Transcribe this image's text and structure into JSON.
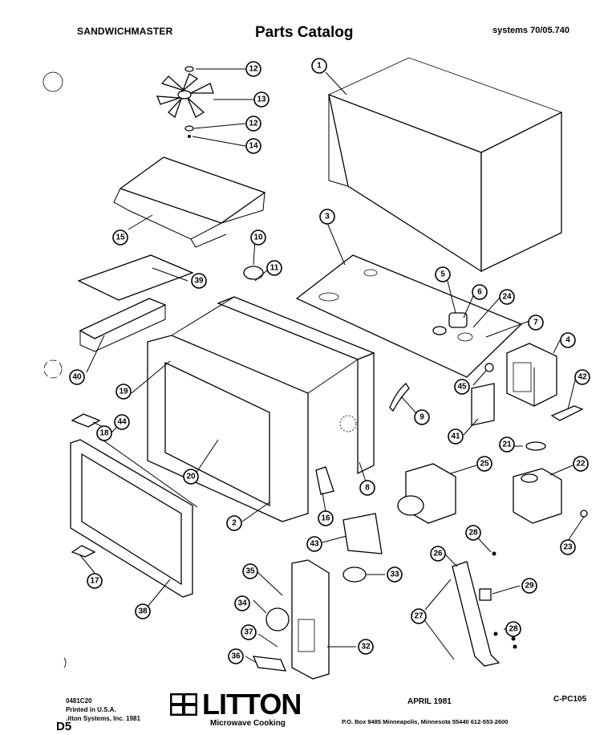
{
  "header": {
    "model": "SANDWICHMASTER",
    "title": "Parts Catalog",
    "system": "systems 70/05.740"
  },
  "callouts": [
    "1",
    "3",
    "12",
    "13",
    "12",
    "14",
    "15",
    "10",
    "11",
    "39",
    "40",
    "5",
    "6",
    "24",
    "7",
    "4",
    "42",
    "45",
    "19",
    "18",
    "44",
    "20",
    "9",
    "41",
    "21",
    "22",
    "25",
    "2",
    "16",
    "8",
    "43",
    "26",
    "28",
    "17",
    "35",
    "34",
    "38",
    "33",
    "37",
    "32",
    "27",
    "29",
    "28",
    "23",
    "36"
  ],
  "footer": {
    "code": "0481C20",
    "printed": "Printed in U.S.A.",
    "copyright": ".itton Systems, Inc. 1981",
    "brand": "LITTON",
    "brand_sub": "Microwave Cooking",
    "date": "APRIL 1981",
    "catalog_no": "C-PC105",
    "address": "P.O. Box 9485 Minneapolis, Minnesota 55440 612-553-2600",
    "page_mark": "D5"
  }
}
